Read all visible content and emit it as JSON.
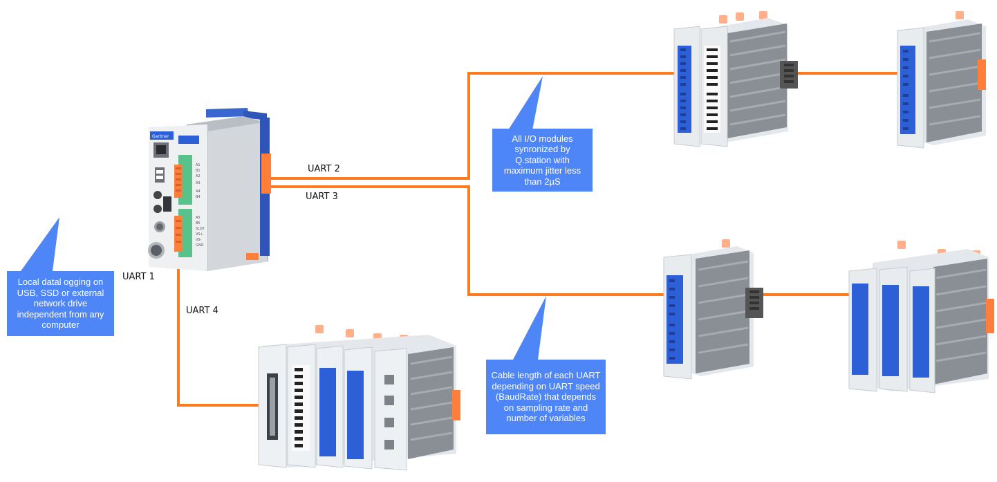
{
  "colors": {
    "cable": "#ff7a1a",
    "callout": "#4f86f7",
    "housing": "#dce1e7",
    "heatsink": "#8a8f96",
    "terminal_blue": "#2d5fd6",
    "terminal_green": "#58c28a",
    "connector_orange": "#ff7f3a",
    "rail_blue": "#2f55b8"
  },
  "labels": {
    "uart1": "UART 1",
    "uart2": "UART 2",
    "uart3": "UART 3",
    "uart4": "UART 4"
  },
  "callouts": {
    "local_logging": "Local datal ogging on USB, SSD or external network drive independent from any computer",
    "sync": "All I/O modules synronized by Q.station with maximum jitter less than 2µS",
    "cable_length": "Cable length of each UART depending on UART speed (BaudRate) that depends on sampling rate and number of variables"
  },
  "brand": "Gantner"
}
